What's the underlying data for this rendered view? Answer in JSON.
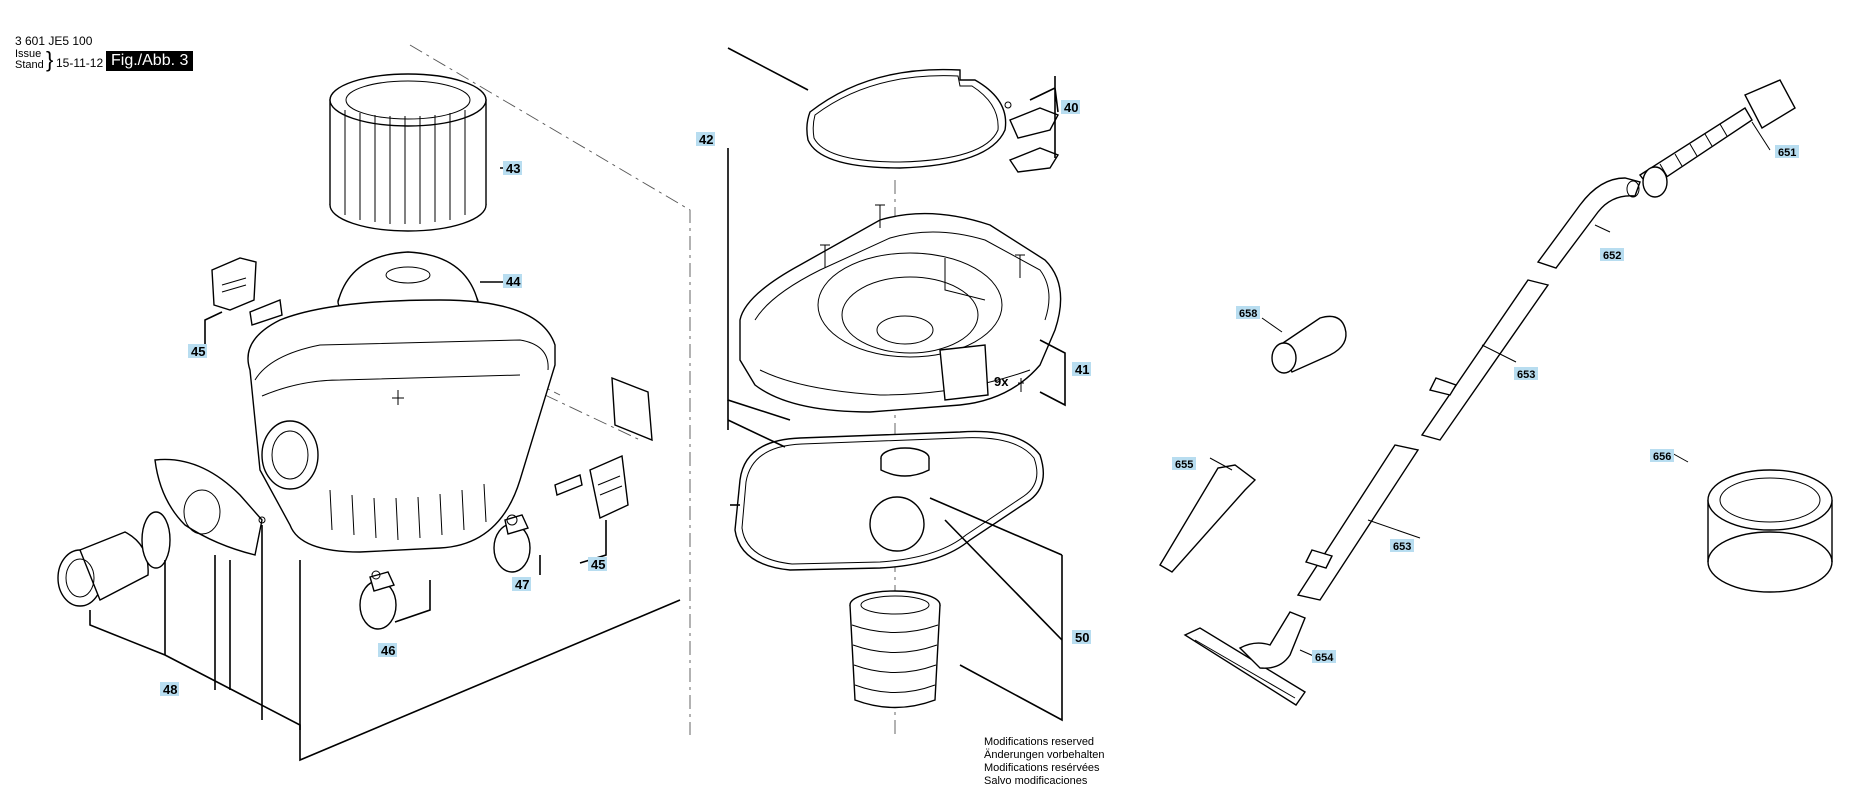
{
  "header": {
    "doc_number": "3 601 JE5 100",
    "issue_label_1": "Issue",
    "issue_label_2": "Stand",
    "date": "15-11-12",
    "figure": "Fig./Abb. 3"
  },
  "parts": {
    "p40": "40",
    "p41": "41",
    "p42": "42",
    "p43": "43",
    "p44": "44",
    "p45a": "45",
    "p45b": "45",
    "p46": "46",
    "p47": "47",
    "p48": "48",
    "p50": "50",
    "p651": "651",
    "p652": "652",
    "p653a": "653",
    "p653b": "653",
    "p654": "654",
    "p655": "655",
    "p656": "656",
    "p658": "658"
  },
  "screw_qty": "9x",
  "notes": [
    "Modifications reserved",
    "Änderungen vorbehalten",
    "Modifications resérvées",
    "Salvo modificaciones"
  ],
  "colors": {
    "label_fill": "#b8ddf0",
    "line": "#000000"
  }
}
